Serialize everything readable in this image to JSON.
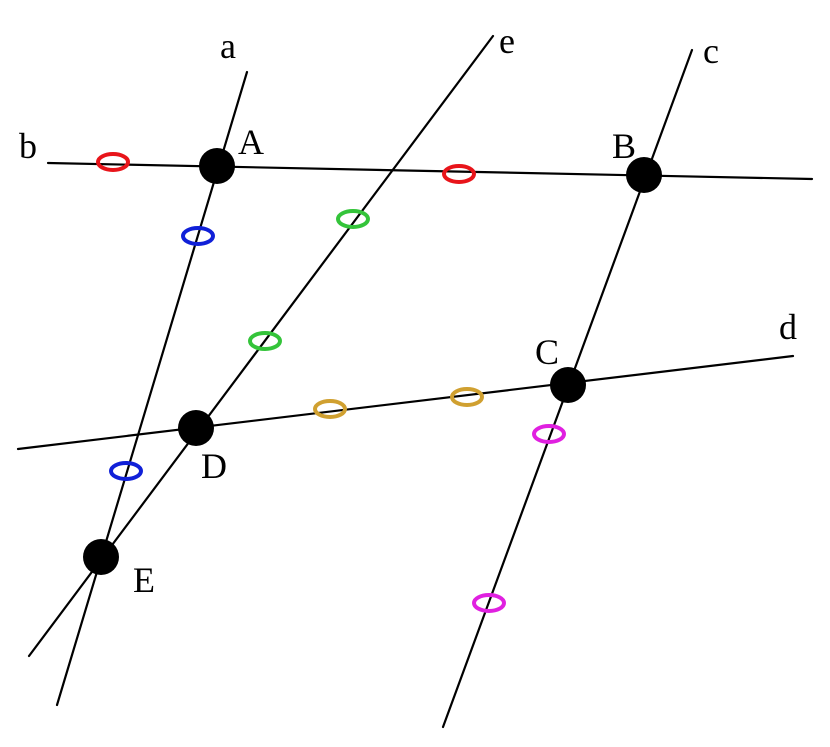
{
  "labels": {
    "line_a": "a",
    "line_b": "b",
    "line_c": "c",
    "line_d": "d",
    "line_e": "e",
    "point_A": "A",
    "point_B": "B",
    "point_C": "C",
    "point_D": "D",
    "point_E": "E"
  },
  "colors": {
    "line": "#000000",
    "point": "#000000",
    "marker_red": "#e8141a",
    "marker_blue": "#1020d8",
    "marker_green": "#34c43a",
    "marker_gold": "#d0a030",
    "marker_magenta": "#e020e0"
  }
}
